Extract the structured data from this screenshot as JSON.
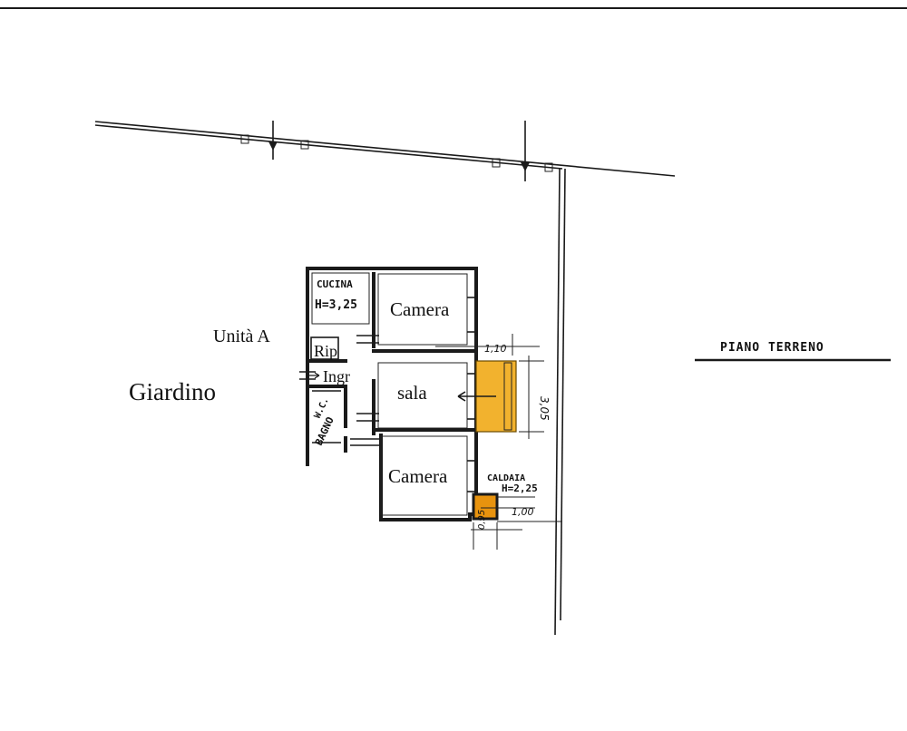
{
  "labels": {
    "cucina": "CUCINA",
    "cucina_height": "H=3,25",
    "camera_top": "Camera",
    "unita": "Unità A",
    "rip": "Rip",
    "ingr": "Ingr",
    "sala": "sala",
    "giardino": "Giardino",
    "wc": "W.C.",
    "bagno": "BAGNO",
    "camera_bottom": "Camera",
    "caldaia": "CALDAIA",
    "caldaia_height": "H=2,25",
    "piano_terreno": "PIANO TERRENO"
  },
  "dimensions": {
    "balcony_depth": "1,10",
    "balcony_length": "3,05",
    "caldaia_width": "1,00",
    "caldaia_depth": "0,95"
  },
  "colors": {
    "balcony_fill": "#f2b22e",
    "caldaia_fill": "#e8930e"
  }
}
